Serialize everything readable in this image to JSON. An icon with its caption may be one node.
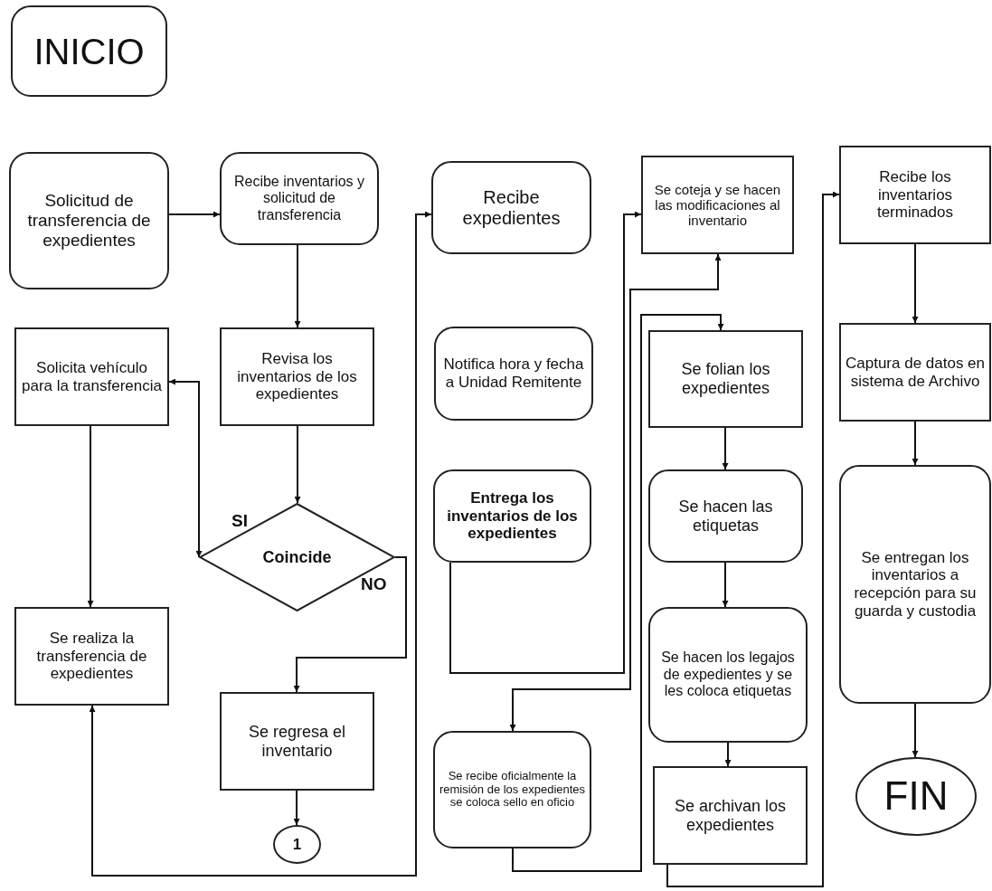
{
  "diagram": {
    "nodes": [
      {
        "text": [
          "INICIO"
        ]
      },
      {
        "text": [
          "Solicitud de transferencia de expedientes"
        ]
      },
      {
        "text": [
          "Recibe inventarios y solicitud de transferencia"
        ]
      },
      {
        "text": [
          "Solicita vehículo para la transferencia"
        ]
      },
      {
        "text": [
          "Revisa los inventarios de los expedientes"
        ]
      },
      {
        "text": [
          "Coincide"
        ]
      },
      {
        "text": [
          "Se realiza la transferencia de expedientes"
        ]
      },
      {
        "text": [
          "Se regresa el inventario"
        ]
      },
      {
        "text": [
          "1"
        ]
      },
      {
        "text": [
          "Recibe expedientes"
        ]
      },
      {
        "text": [
          "Notifica hora y fecha a Unidad Remitente"
        ]
      },
      {
        "text": [
          "Entrega los inventarios de los expedientes"
        ]
      },
      {
        "text": [
          "Se recibe oficialmente la remisión de los expedientes se coloca sello en oficio"
        ]
      },
      {
        "text": [
          "Se coteja y se hacen las modificaciones al inventario"
        ]
      },
      {
        "text": [
          "Se folian los expedientes"
        ]
      },
      {
        "text": [
          "Se hacen las etiquetas"
        ]
      },
      {
        "text": [
          "Se hacen los legajos de expedientes y se les coloca etiquetas"
        ]
      },
      {
        "text": [
          "Se archivan los expedientes"
        ]
      },
      {
        "text": [
          "Recibe los inventarios terminados"
        ]
      },
      {
        "text": [
          "Captura de datos en sistema de Archivo"
        ]
      },
      {
        "text": [
          "Se entregan los inventarios a recepción para su guarda y custodia"
        ]
      },
      {
        "text": [
          "FIN"
        ]
      }
    ],
    "edges": [
      {
        "from": 1,
        "to": 2,
        "arrow": "to"
      },
      {
        "from": 2,
        "to": 4,
        "arrow": "to"
      },
      {
        "from": 4,
        "to": 5,
        "arrow": "to"
      },
      {
        "from": 5,
        "to": 3,
        "arrow": "both",
        "label": "SI"
      },
      {
        "from": 3,
        "to": 6,
        "arrow": "to"
      },
      {
        "from": 5,
        "to": 7,
        "arrow": "to",
        "label": "NO"
      },
      {
        "from": 7,
        "to": 8,
        "arrow": "to"
      },
      {
        "from": 6,
        "to": 9,
        "arrow": "both"
      },
      {
        "from": 11,
        "to": 13,
        "arrow": "to"
      },
      {
        "from": 13,
        "to": 12,
        "arrow": "both"
      },
      {
        "from": 12,
        "to": 14,
        "arrow": "to"
      },
      {
        "from": 14,
        "to": 15,
        "arrow": "to"
      },
      {
        "from": 15,
        "to": 16,
        "arrow": "to"
      },
      {
        "from": 16,
        "to": 17,
        "arrow": "to"
      },
      {
        "from": 17,
        "to": 18,
        "arrow": "to"
      },
      {
        "from": 18,
        "to": 19,
        "arrow": "to"
      },
      {
        "from": 19,
        "to": 20,
        "arrow": "to"
      },
      {
        "from": 20,
        "to": 21,
        "arrow": "to"
      }
    ]
  }
}
